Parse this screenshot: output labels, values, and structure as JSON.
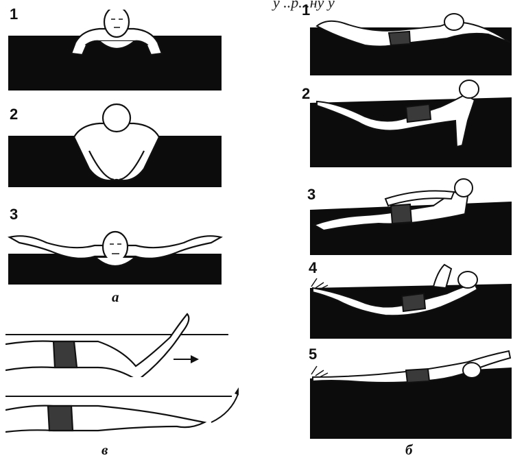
{
  "header_fragment": "у ..р...ну у",
  "left_top": {
    "caption": "а",
    "panels": [
      {
        "number": "1",
        "pose": "swimmer-front-hands-on-water"
      },
      {
        "number": "2",
        "pose": "swimmer-front-hands-pushing-under"
      },
      {
        "number": "3",
        "pose": "swimmer-front-arms-spread"
      }
    ]
  },
  "left_bottom": {
    "caption": "в",
    "panels": [
      {
        "pose": "side-arm-pull",
        "arrow": "forward"
      },
      {
        "pose": "side-arm-recovery",
        "arrow": "curved-up"
      }
    ]
  },
  "right": {
    "caption": "б",
    "panels": [
      {
        "number": "1",
        "pose": "side-glide-arms-extended"
      },
      {
        "number": "2",
        "pose": "side-arms-pulling"
      },
      {
        "number": "3",
        "pose": "side-arms-at-hips"
      },
      {
        "number": "4",
        "pose": "side-arm-recovery-over-water"
      },
      {
        "number": "5",
        "pose": "side-arms-forward-entry"
      }
    ]
  },
  "colors": {
    "ink": "#111111",
    "water": "#0c0c0c",
    "paper": "#ffffff"
  }
}
